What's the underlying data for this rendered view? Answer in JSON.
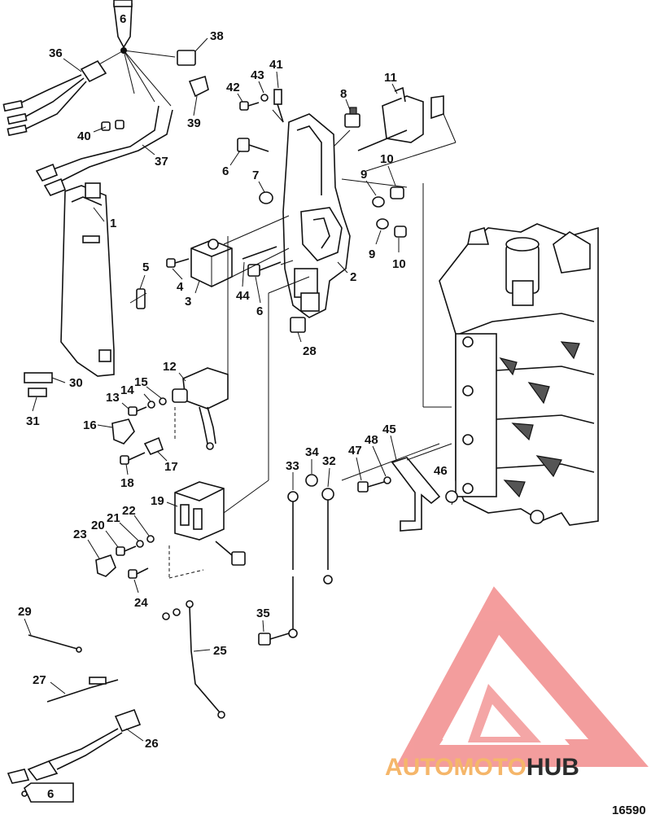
{
  "diagram": {
    "figure_number": "16590",
    "watermark": {
      "part1": "AUTOMOTO",
      "part2": "HUB",
      "color_primary": "#f28c8c",
      "color_accent": "#f5b66a",
      "color_dark": "#2b2b2b"
    },
    "tube_label": "6",
    "callouts": [
      {
        "id": "c1",
        "text": "1"
      },
      {
        "id": "c2",
        "text": "2"
      },
      {
        "id": "c3",
        "text": "3"
      },
      {
        "id": "c4",
        "text": "4"
      },
      {
        "id": "c5",
        "text": "5"
      },
      {
        "id": "c6a",
        "text": "6"
      },
      {
        "id": "c6b",
        "text": "6"
      },
      {
        "id": "c7",
        "text": "7"
      },
      {
        "id": "c8",
        "text": "8"
      },
      {
        "id": "c9a",
        "text": "9"
      },
      {
        "id": "c9b",
        "text": "9"
      },
      {
        "id": "c10a",
        "text": "10"
      },
      {
        "id": "c10b",
        "text": "10"
      },
      {
        "id": "c11",
        "text": "11"
      },
      {
        "id": "c12",
        "text": "12"
      },
      {
        "id": "c13",
        "text": "13"
      },
      {
        "id": "c14",
        "text": "14"
      },
      {
        "id": "c15",
        "text": "15"
      },
      {
        "id": "c16",
        "text": "16"
      },
      {
        "id": "c17",
        "text": "17"
      },
      {
        "id": "c18",
        "text": "18"
      },
      {
        "id": "c19",
        "text": "19"
      },
      {
        "id": "c20",
        "text": "20"
      },
      {
        "id": "c21",
        "text": "21"
      },
      {
        "id": "c22",
        "text": "22"
      },
      {
        "id": "c23",
        "text": "23"
      },
      {
        "id": "c24",
        "text": "24"
      },
      {
        "id": "c25",
        "text": "25"
      },
      {
        "id": "c26",
        "text": "26"
      },
      {
        "id": "c27",
        "text": "27"
      },
      {
        "id": "c28",
        "text": "28"
      },
      {
        "id": "c29",
        "text": "29"
      },
      {
        "id": "c30",
        "text": "30"
      },
      {
        "id": "c31",
        "text": "31"
      },
      {
        "id": "c32",
        "text": "32"
      },
      {
        "id": "c33",
        "text": "33"
      },
      {
        "id": "c34",
        "text": "34"
      },
      {
        "id": "c35",
        "text": "35"
      },
      {
        "id": "c36",
        "text": "36"
      },
      {
        "id": "c37",
        "text": "37"
      },
      {
        "id": "c38",
        "text": "38"
      },
      {
        "id": "c39",
        "text": "39"
      },
      {
        "id": "c40",
        "text": "40"
      },
      {
        "id": "c41",
        "text": "41"
      },
      {
        "id": "c42",
        "text": "42"
      },
      {
        "id": "c43",
        "text": "43"
      },
      {
        "id": "c44",
        "text": "44"
      },
      {
        "id": "c45",
        "text": "45"
      },
      {
        "id": "c46",
        "text": "46"
      },
      {
        "id": "c47",
        "text": "47"
      },
      {
        "id": "c48",
        "text": "48"
      }
    ]
  }
}
